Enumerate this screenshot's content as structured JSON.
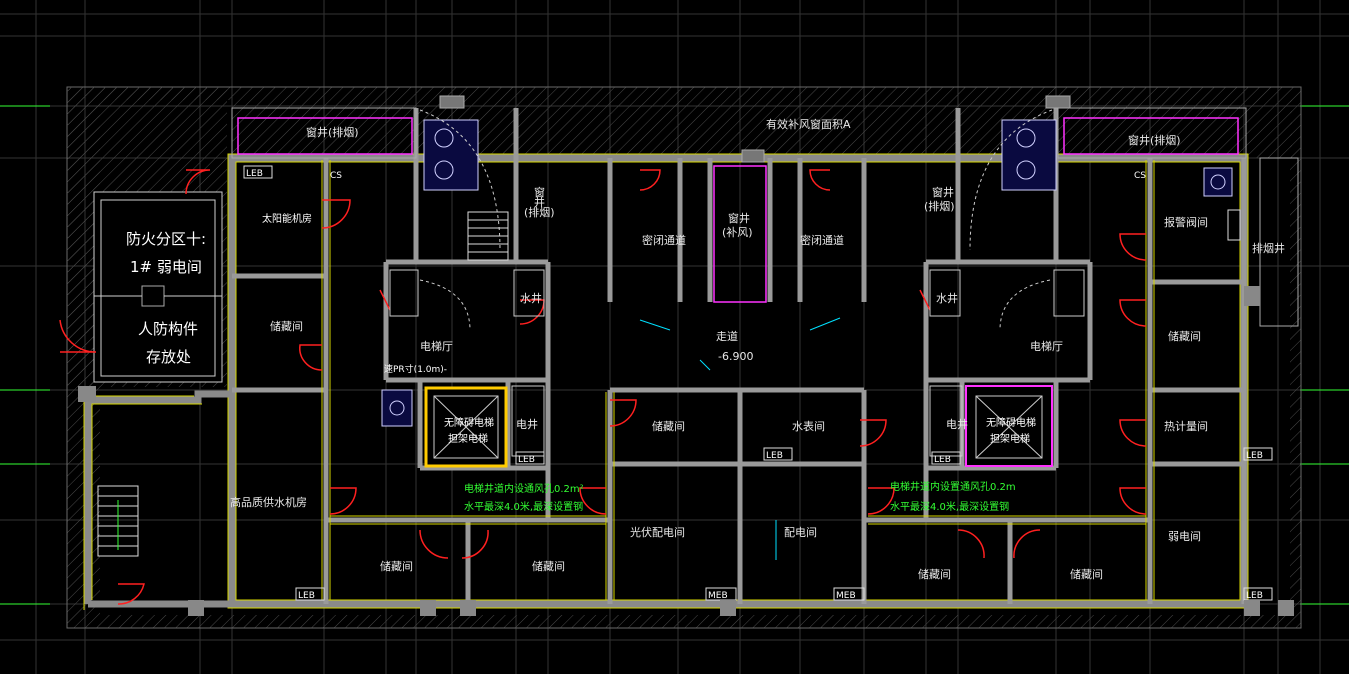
{
  "drawing": {
    "colors": {
      "background": "#000000",
      "grid": "#3a3a3a",
      "wall": "#7a7a7a",
      "wall_edge": "#e6e600",
      "door": "#ff2020",
      "magenta": "#ff00ff",
      "cyan": "#00e0ff",
      "annotation": "#33ff33",
      "hatch": "#555555"
    },
    "rooms": {
      "fire_zone_l1": "防火分区十:",
      "fire_zone_l2": "1# 弱电间",
      "civil_defense_l1": "人防构件",
      "civil_defense_l2": "存放处",
      "solar_room": "太阳能机房",
      "storage_left": "储藏间",
      "shaft_left": "窗井(排烟)",
      "shaft_right": "窗井(排烟)",
      "supply_fan_label": "有效补风窗面积A",
      "smoke_shaft_left_l1": "窗",
      "smoke_shaft_left_l2": "井",
      "smoke_shaft_left_l3": "(排烟)",
      "sealed_passage_left": "密闭通道",
      "sealed_passage_right": "密闭通道",
      "supply_shaft_l1": "窗井",
      "supply_shaft_l2": "(补风)",
      "smoke_shaft_right_l1": "窗井",
      "smoke_shaft_right_l2": "(排烟)",
      "alarm_valve_room": "报警阀间",
      "exhaust_shaft": "排烟井",
      "elevator_hall_left": "电梯厅",
      "elevator_hall_right": "电梯厅",
      "water_well_left": "水井",
      "water_well_right": "水井",
      "elec_well_left": "电井",
      "elec_well_right": "电井",
      "corridor": "走道",
      "corridor_level": "-6.900",
      "storage_right": "储藏间",
      "storage_center": "储藏间",
      "meter_room": "水表间",
      "heat_meter_room": "热计量间",
      "no_barrier_lift_left_l1": "无障碍电梯",
      "no_barrier_lift_left_l2": "担架电梯",
      "no_barrier_lift_right_l1": "无障碍电梯",
      "no_barrier_lift_right_l2": "担架电梯",
      "pump_room": "高品质供水机房",
      "pv_dist_room": "光伏配电间",
      "dist_room": "配电间",
      "weak_elec_room": "弱电间",
      "storage_bl1": "储藏间",
      "storage_bl2": "储藏间",
      "storage_br1": "储藏间",
      "storage_br2": "储藏间",
      "lift_note": "速PR寸(1.0m)-"
    },
    "annotations": {
      "left_line1": "电梯井道内设通风孔0.2m²",
      "left_line2": "水平最深4.0米,最深设置钢",
      "right_line1": "电梯井道内设置通风孔0.2m",
      "right_line2": "水平最深4.0米,最深设置钢"
    },
    "equipment_tags": {
      "leb": "LEB",
      "meb": "MEB",
      "cs": "CS"
    }
  }
}
